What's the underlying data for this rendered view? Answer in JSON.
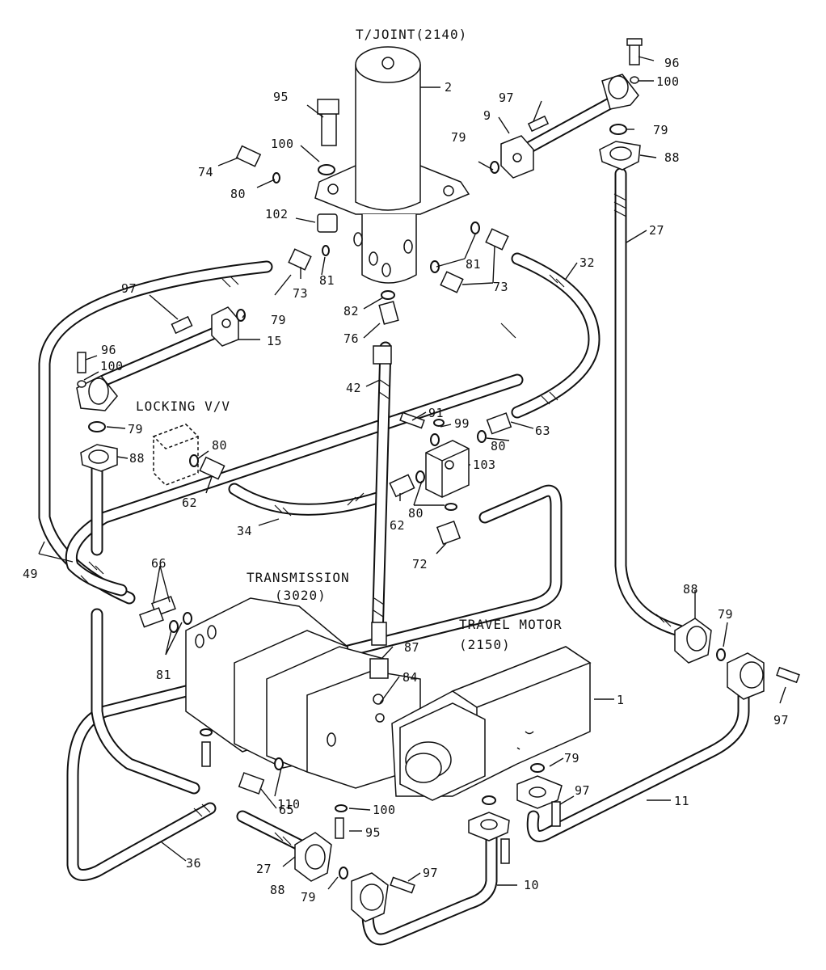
{
  "titles": {
    "tjoint": "T/JOINT(2140)",
    "locking_valve": "LOCKING V/V",
    "transmission": "TRANSMISSION",
    "transmission_code": "(3020)",
    "travel_motor": "TRAVEL MOTOR",
    "travel_motor_code": "(2150)"
  },
  "callouts": {
    "c1": "1",
    "c2": "2",
    "c9": "9",
    "c10": "10",
    "c11": "11",
    "c15": "15",
    "c27": "27",
    "c32": "32",
    "c34": "34",
    "c36": "36",
    "c42": "42",
    "c49": "49",
    "c62": "62",
    "c63": "63",
    "c65": "65",
    "c66": "66",
    "c72": "72",
    "c73": "73",
    "c74": "74",
    "c76": "76",
    "c79": "79",
    "c80": "80",
    "c81": "81",
    "c82": "82",
    "c84": "84",
    "c87": "87",
    "c88": "88",
    "c91": "91",
    "c95": "95",
    "c96": "96",
    "c97": "97",
    "c99": "99",
    "c100": "100",
    "c102": "102",
    "c103": "103",
    "c110": "110"
  }
}
